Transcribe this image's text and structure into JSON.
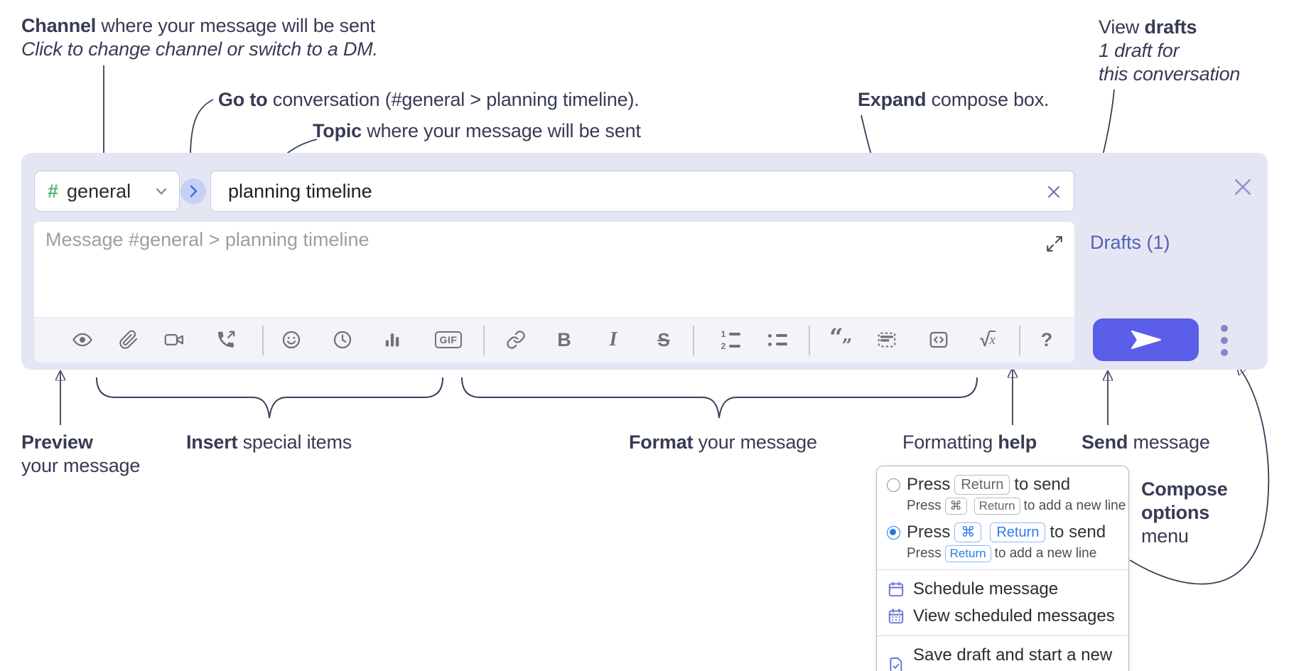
{
  "annotations": {
    "channel": {
      "bold": "Channel",
      "rest": " where your message will be sent",
      "sub": "Click to change channel or switch to a DM."
    },
    "go_to": {
      "bold": "Go to",
      "rest": " conversation (#general > planning timeline)."
    },
    "topic": {
      "bold": "Topic",
      "rest": " where your message will be sent"
    },
    "expand": {
      "bold": "Expand",
      "rest": " compose box."
    },
    "view_drafts": {
      "pre": "View ",
      "bold": "drafts",
      "line2": "1 draft for",
      "line3": "this conversation"
    },
    "preview": {
      "bold": "Preview",
      "line2": "your message"
    },
    "insert": {
      "bold": "Insert",
      "rest": " special items"
    },
    "format": {
      "bold": "Format",
      "rest": " your message"
    },
    "formatting_help": {
      "pre": "Formatting ",
      "bold": "help"
    },
    "send": {
      "bold": "Send",
      "rest": " message"
    },
    "compose_options": {
      "line1": "Compose",
      "line2": "options",
      "line3": "menu"
    }
  },
  "compose": {
    "channel_hash": "#",
    "channel_name": "general",
    "topic_value": "planning timeline",
    "message_placeholder": "Message #general > planning timeline",
    "drafts_link": "Drafts (1)"
  },
  "toolbar": {
    "glyphs": {
      "bold": "B",
      "italic": "I",
      "strike": "S",
      "gif": "GIF",
      "quote_open": "“",
      "quote_close": "„",
      "ol_1": "1",
      "ol_2": "2",
      "math_root": "√",
      "math_x": "x",
      "help": "?"
    }
  },
  "menu": {
    "return_to_send": {
      "press": "Press",
      "key1": "Return",
      "suffix": "to send",
      "sub_press": "Press",
      "sub_key1": "⌘",
      "sub_key2": "Return",
      "sub_suffix": "to add a new line"
    },
    "cmd_return_to_send": {
      "press": "Press",
      "key1": "⌘",
      "key2": "Return",
      "suffix": "to send",
      "sub_press": "Press",
      "sub_key1": "Return",
      "sub_suffix": "to add a new line"
    },
    "items": [
      "Schedule message",
      "View scheduled messages",
      "Save draft and start a new message"
    ]
  },
  "colors": {
    "send_button": "#5a5ee8",
    "drafts_link": "#5560b4",
    "channel_hash": "#4fb878",
    "kbd_active": "#2a7de8",
    "menu_icon": "#6c72d9",
    "compose_bg": "#e4e6f4",
    "annotation_text": "#373b54"
  }
}
